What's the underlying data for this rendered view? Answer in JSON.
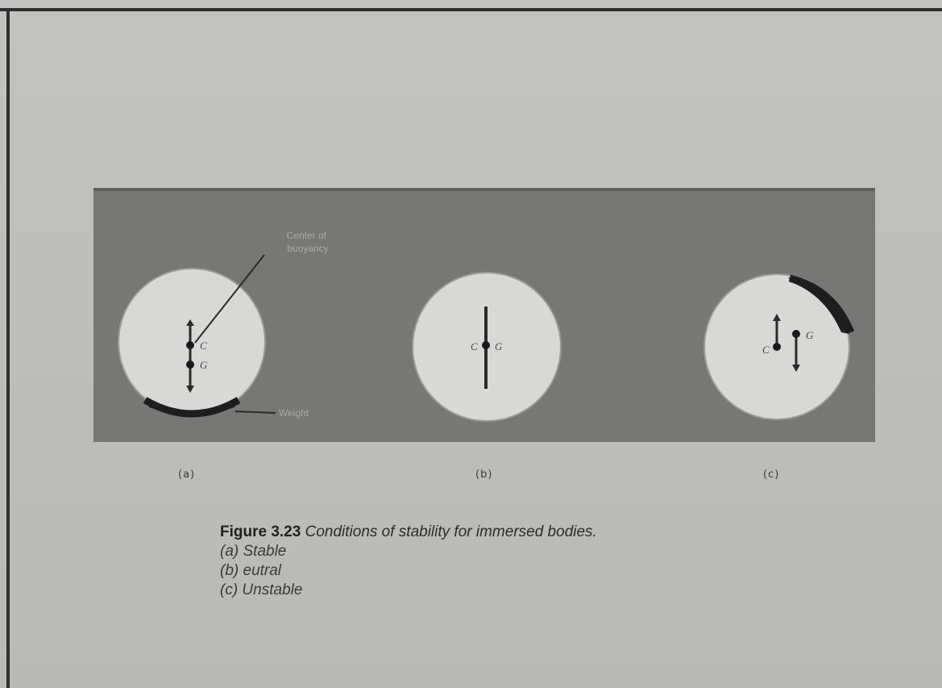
{
  "figure": {
    "panels": [
      {
        "id": "a",
        "label": "(a)",
        "annotations": {
          "center_of_buoyancy_label": "Center of buoyancy",
          "center_of_buoyancy_symbol": "C",
          "center_of_gravity_symbol": "G",
          "weight_label": "Weight"
        }
      },
      {
        "id": "b",
        "label": "(b)",
        "annotations": {
          "center_of_buoyancy_symbol": "C",
          "center_of_gravity_symbol": "G"
        }
      },
      {
        "id": "c",
        "label": "(c)",
        "annotations": {
          "center_of_buoyancy_symbol": "C",
          "center_of_gravity_symbol": "G"
        }
      }
    ],
    "colors": {
      "panel_background": "#777775",
      "circle_fill": "#d8d8d6",
      "weight_fill": "#1e1e1e",
      "ink": "#1f1f1f"
    }
  },
  "caption": {
    "number": "Figure 3.23",
    "title": "Conditions of stability for immersed bodies.",
    "items": [
      "(a) Stable",
      "(b) eutral",
      "(c) Unstable"
    ]
  }
}
